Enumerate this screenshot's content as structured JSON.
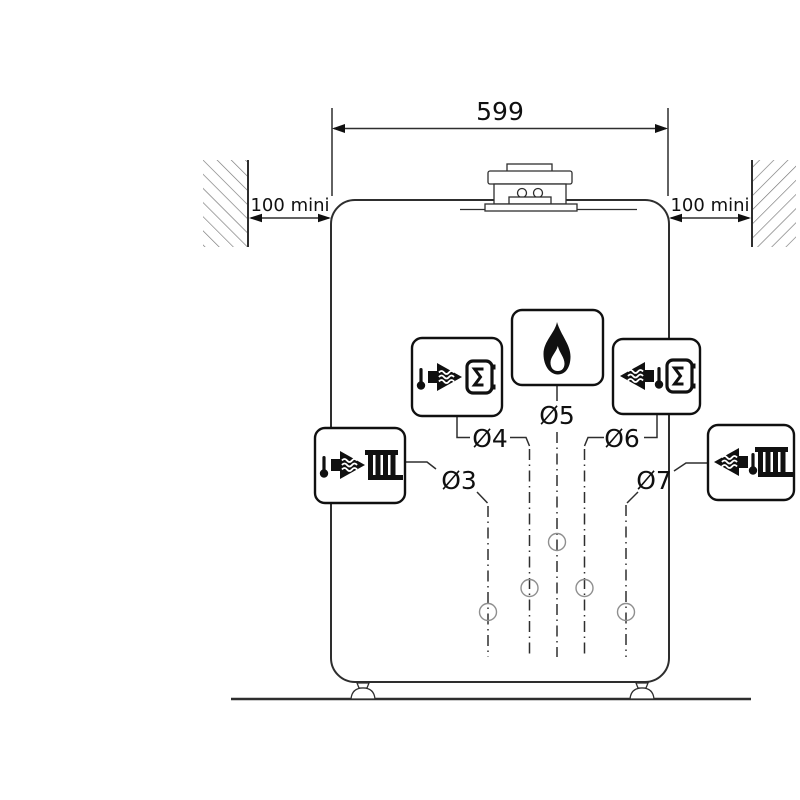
{
  "labels": {
    "width_dimension": "599",
    "clearance_left": "100 mini",
    "clearance_right": "100 mini"
  },
  "connections": [
    {
      "id": "heating-flow",
      "label": "Ø3",
      "icon": "thermometer + flow-arrow-right + radiator"
    },
    {
      "id": "tank-flow",
      "label": "Ø4",
      "icon": "thermometer + flow-arrow-right + cylinder-coil"
    },
    {
      "id": "gas",
      "label": "Ø5",
      "icon": "flame"
    },
    {
      "id": "tank-return",
      "label": "Ø6",
      "icon": "flow-arrow-left + thermometer + cylinder-coil"
    },
    {
      "id": "heating-return",
      "label": "Ø7",
      "icon": "flow-arrow-left + thermometer + radiator"
    }
  ],
  "colors": {
    "line": "#2e2e2e",
    "ink": "#101010",
    "muted": "#8f8f8f",
    "hatch": "#757575",
    "bg": "#ffffff"
  }
}
